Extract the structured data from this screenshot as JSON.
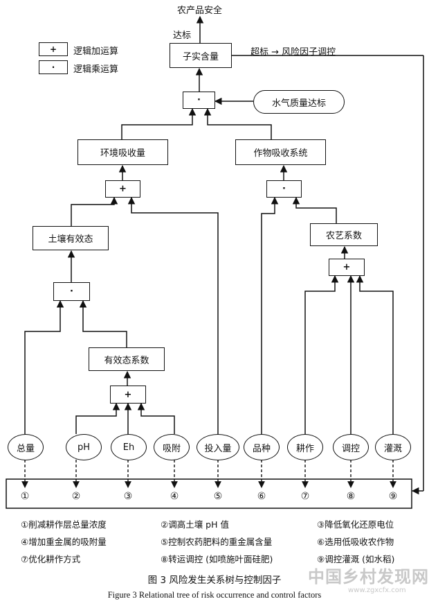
{
  "top_output": "农产品安全",
  "reach_label": "达标",
  "exceed_label": "超标 → 风险因子调控",
  "legend": {
    "or_symbol": "+",
    "or_label": "逻辑加运算",
    "and_symbol": "·",
    "and_label": "逻辑乘运算"
  },
  "nodes": {
    "child_content": "子实含量",
    "water_quality": "水气质量达标",
    "env_absorb": "环境吸收量",
    "crop_system": "作物吸收系统",
    "soil_effective": "土壤有效态",
    "agronomy": "农艺系数",
    "effective_coef": "有效态系数"
  },
  "gates": {
    "and": "·",
    "or": "+"
  },
  "factors": [
    "总量",
    "pH",
    "Eh",
    "吸附",
    "投入量",
    "品种",
    "耕作",
    "调控",
    "灌溉"
  ],
  "numbers": [
    "①",
    "②",
    "③",
    "④",
    "⑤",
    "⑥",
    "⑦",
    "⑧",
    "⑨"
  ],
  "notes": [
    "①削减耕作层总量浓度",
    "②调高土壤 pH 值",
    "③降低氧化还原电位",
    "④增加重金属的吸附量",
    "⑤控制农药肥料的重金属含量",
    "⑥选用低吸收农作物",
    "⑦优化耕作方式",
    "⑧转运调控 (如喷施叶面硅肥)",
    "⑨调控灌溉 (如水稻)"
  ],
  "caption_cn": "图 3  风险发生关系树与控制因子",
  "caption_en": "Figure 3  Relational tree of risk occurrence and control factors",
  "watermark": "中国乡村发现网",
  "watermark_url": "www.zgxcfx.com"
}
